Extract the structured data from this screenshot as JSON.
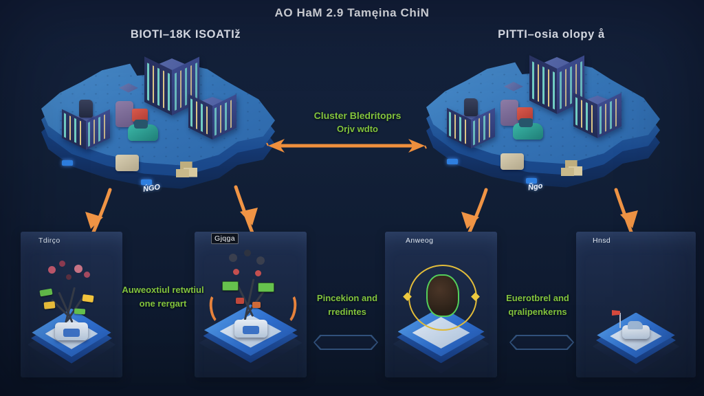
{
  "title": "AO HaM 2.9 Tamęina ChiN",
  "sections": {
    "left": {
      "heading": "BIOTI–18K ISOATIž",
      "island_badge": "ŃGO"
    },
    "right": {
      "heading": "PITTI–osia olopy å",
      "island_badge": "Ñgo"
    }
  },
  "center_link": {
    "line1": "Cluster Bledritoprs",
    "line2": "Orjv wdto"
  },
  "panels": [
    {
      "label": "Tdirço"
    },
    {
      "label": "Gjqga"
    },
    {
      "label": "Anweog"
    },
    {
      "label": "Hnsd"
    }
  ],
  "connectors": [
    {
      "line1": "Auweoxtiul retwtiul",
      "line2": "one rergart"
    },
    {
      "line1": "Pincekion and",
      "line2": "rredintes"
    },
    {
      "line1": "Euerotbrel and",
      "line2": "qralipenkerns"
    }
  ],
  "colors": {
    "background": "#13203a",
    "accent_orange": "#ef8f3d",
    "accent_green": "#83c43e",
    "island_blue": "#3574b6",
    "text": "#eef1f7"
  }
}
